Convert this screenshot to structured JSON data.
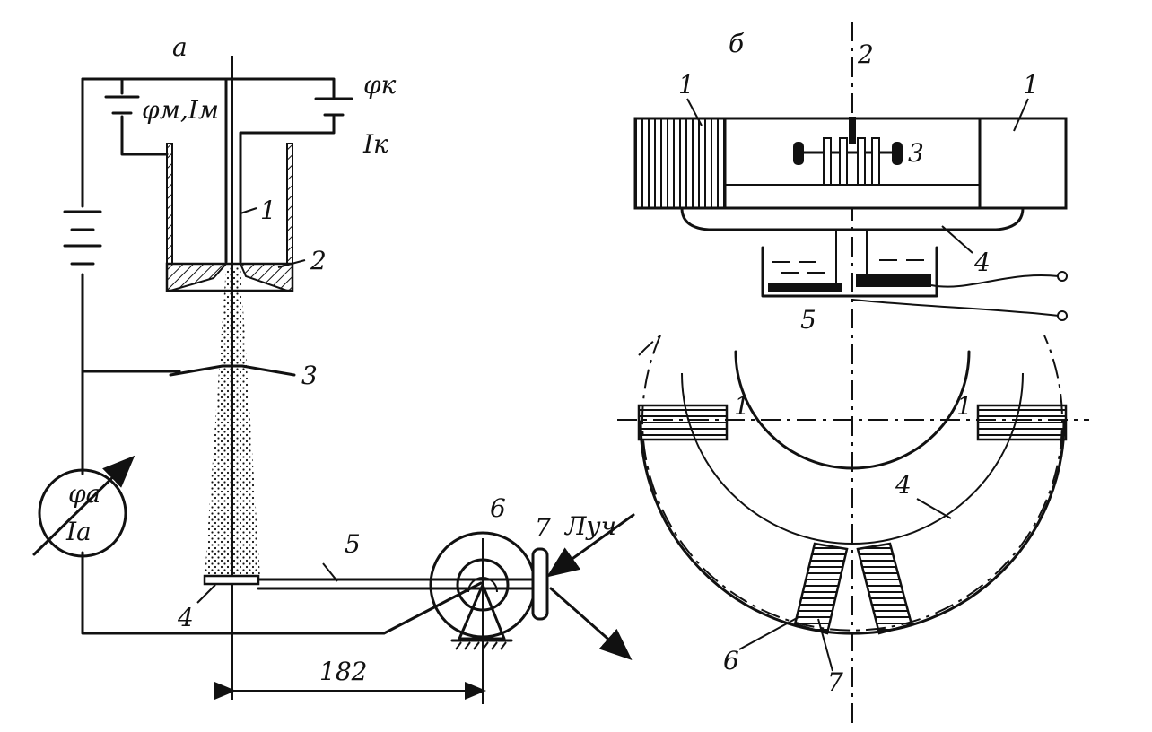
{
  "panel_a": {
    "panel_label": "а",
    "potential_magnet": "φм,Iм",
    "potential_cathode": "φк",
    "current_cathode": "Iк",
    "meter_potential": "φа",
    "meter_current": "Iа",
    "labels": [
      "1",
      "2",
      "3",
      "4",
      "5",
      "6",
      "7"
    ],
    "beam_label": "Луч",
    "dimension": "182"
  },
  "panel_b": {
    "panel_label": "б",
    "axis_label": "2",
    "labels": [
      "1",
      "1",
      "3",
      "4",
      "5",
      "1",
      "1",
      "4",
      "6",
      "7"
    ]
  }
}
